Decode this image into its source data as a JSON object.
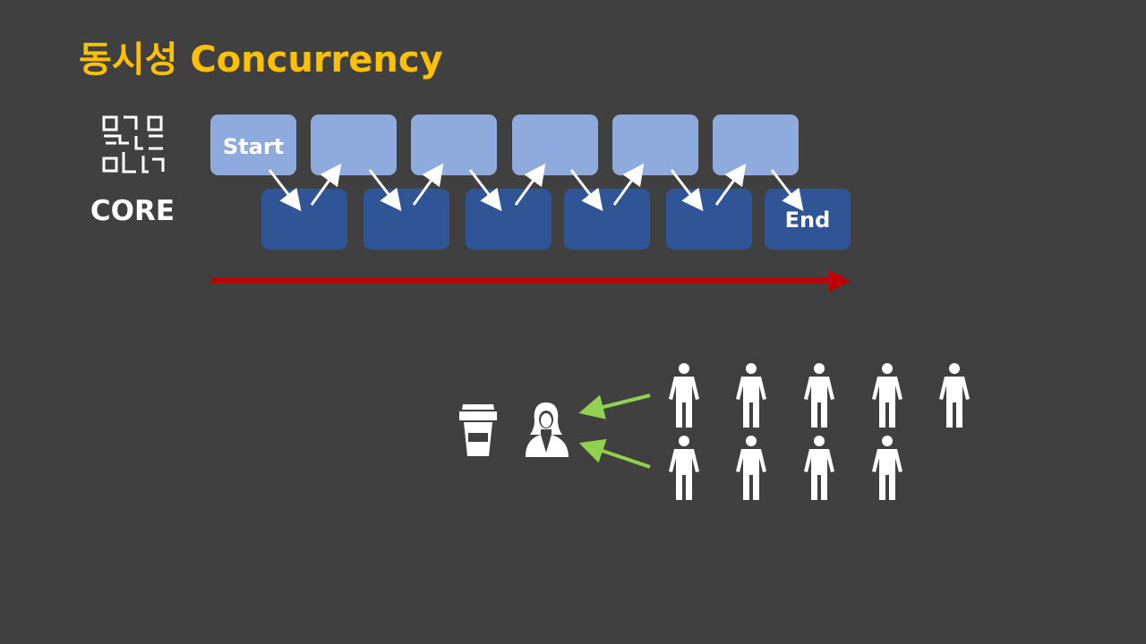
{
  "slide": {
    "title": "동시성 Concurrency",
    "core_label": "CORE"
  },
  "flow": {
    "start_label": "Start",
    "end_label": "End",
    "top_row_count": 6,
    "bottom_row_count": 6
  },
  "scene": {
    "icons": [
      "chip-icon",
      "coffee-cup-icon",
      "barista-icon",
      "person-icon"
    ],
    "people_row1_count": 5,
    "people_row2_count": 4
  },
  "colors": {
    "background": "#404040",
    "title": "#ffc000",
    "top_box": "#8faadc",
    "bottom_box": "#2f5597",
    "timeline_arrow": "#c00000",
    "queue_arrow": "#92d050",
    "icon": "#ffffff"
  }
}
